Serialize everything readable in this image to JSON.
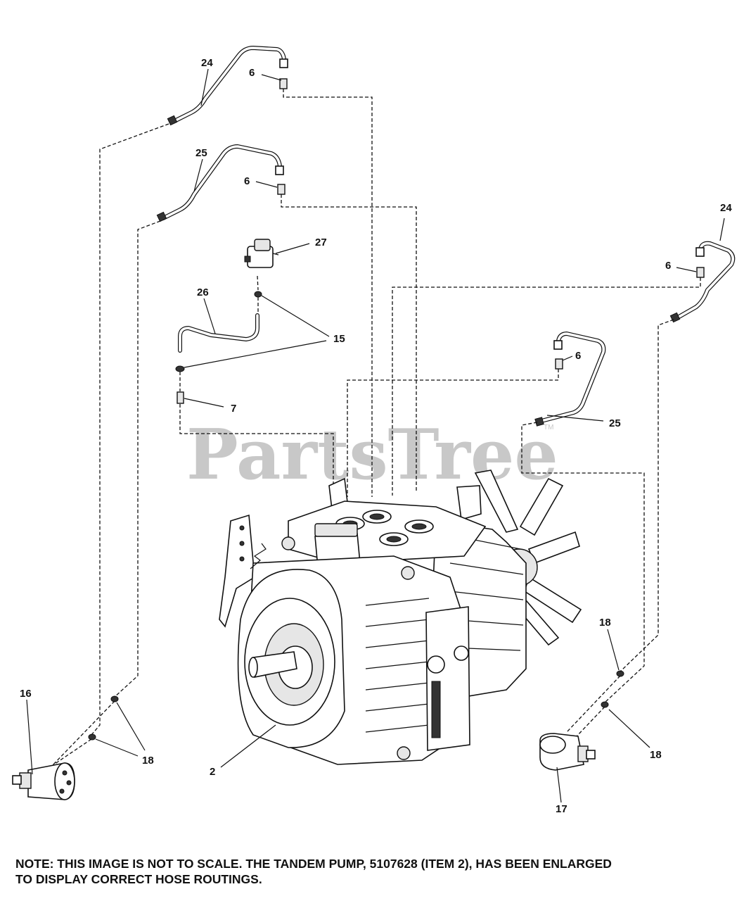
{
  "watermark": {
    "text": "PartsTree",
    "trademark": "TM"
  },
  "callouts": {
    "c24_left": "24",
    "c6_a": "6",
    "c25_left": "25",
    "c6_b": "6",
    "c27": "27",
    "c26": "26",
    "c15": "15",
    "c7": "7",
    "c24_right": "24",
    "c6_c": "6",
    "c6_d": "6",
    "c25_right": "25",
    "c16": "16",
    "c18_left": "18",
    "c2": "2",
    "c18_top": "18",
    "c18_right": "18",
    "c17": "17"
  },
  "note": {
    "line1": "NOTE: THIS IMAGE IS NOT TO SCALE. THE TANDEM PUMP, 5107628 (ITEM 2), HAS BEEN ENLARGED",
    "line2": "TO DISPLAY CORRECT HOSE ROUTINGS."
  }
}
